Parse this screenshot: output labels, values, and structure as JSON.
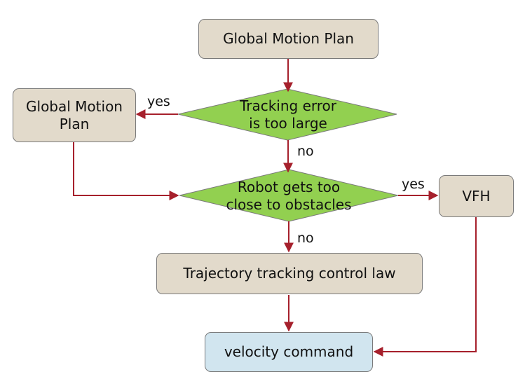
{
  "nodes": {
    "global_plan_top": "Global Motion Plan",
    "decision_tracking": "Tracking error\nis too large",
    "global_plan_left": "Global Motion\nPlan",
    "decision_obstacles": "Robot gets too\nclose to obstacles",
    "vfh": "VFH",
    "trajectory_control": "Trajectory tracking control law",
    "velocity_command": "velocity command"
  },
  "edge_labels": {
    "tracking_yes": "yes",
    "tracking_no": "no",
    "obstacles_yes": "yes",
    "obstacles_no": "no"
  },
  "colors": {
    "process_fill": "#e2dacb",
    "decision_fill": "#92d050",
    "output_fill": "#d1e5ef",
    "arrow": "#a6202c"
  }
}
